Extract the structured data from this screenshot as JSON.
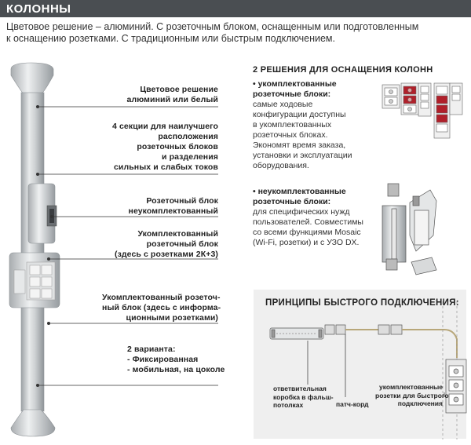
{
  "header": {
    "title": "КОЛОННЫ"
  },
  "intro": {
    "line1": "Цветовое решение – алюминий. С розеточным блоком, оснащенным или подготовленным",
    "line2": "к оснащению розетками. С традиционным или быстрым подключением."
  },
  "callouts": {
    "color": [
      "Цветовое решение",
      "алюминий или белый"
    ],
    "sections": [
      "4 секции для наилучшего",
      "расположения",
      "розеточных блоков",
      "и разделения",
      "сильных и слабых токов"
    ],
    "block_empty": [
      "Розеточный блок",
      "неукомплектованный"
    ],
    "block_full": [
      "Укомплектованный",
      "розеточный блок",
      "(здесь с розетками 2К+3)"
    ],
    "block_info": [
      "Укомплектованный розеточ-",
      "ный блок (здесь с информа-",
      "ционными розетками)"
    ],
    "variants": [
      "2 варианта:",
      "- Фиксированная",
      "- мобильная, на цоколе"
    ]
  },
  "solutions": {
    "title": "2 РЕШЕНИЯ ДЛЯ ОСНАЩЕНИЯ КОЛОНН",
    "complete": {
      "head": [
        "• укомплектованные",
        "розеточные блоки:"
      ],
      "body": [
        "самые ходовые",
        "конфигурации доступны",
        "в укомплектованных",
        "розеточных блоках.",
        "Экономят время заказа,",
        "установки и эксплуатации",
        "оборудования."
      ]
    },
    "incomplete": {
      "head": [
        "• неукомплектованные",
        "розеточные блоки:"
      ],
      "body": [
        "для специфических нужд",
        "пользователей. Совместимы",
        "со всеми функциями Mosaic",
        "(Wi-Fi, розетки) и с УЗО DX."
      ]
    }
  },
  "quick": {
    "title": "ПРИНЦИПЫ БЫСТРОГО ПОДКЛЮЧЕНИЯ:",
    "junction": [
      "ответвительная",
      "коробка в фальш-",
      "потолках"
    ],
    "patch": [
      "патч-корд"
    ],
    "sockets": [
      "укомплектованные",
      "розетки для быстрого",
      "подключения"
    ]
  },
  "colors": {
    "header_bg": "#4a4e52",
    "socket_red": "#b0202a",
    "aluminium": "#c9ccce",
    "panel_bg": "#efefef",
    "cable": "#b8a77a"
  }
}
